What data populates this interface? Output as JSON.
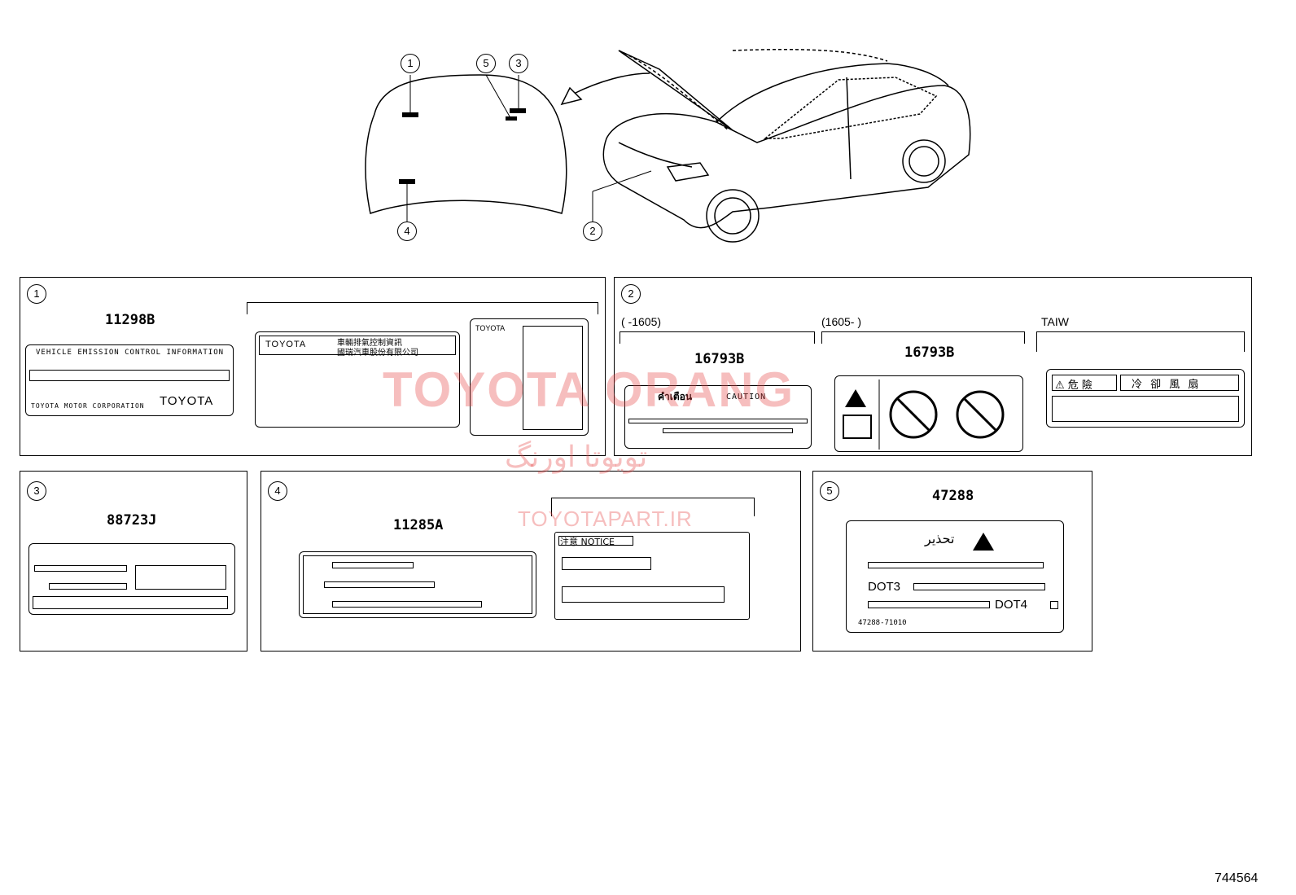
{
  "callouts": [
    "1",
    "2",
    "3",
    "4",
    "5"
  ],
  "panels": {
    "p1": {
      "num": "1",
      "part": "11298B",
      "emission_title": "VEHICLE EMISSION CONTROL INFORMATION",
      "corp": "TOYOTA MOTOR CORPORATION",
      "brand": "TOYOTA",
      "brand2": "TOYOTA",
      "cn1": "車輛排氣控制資訊",
      "cn2": "國瑞汽車股份有限公司",
      "brand3": "TOYOTA"
    },
    "p2": {
      "num": "2",
      "range1": "(      -1605)",
      "range2": "(1605-       )",
      "range3": "TAIW",
      "part1": "16793B",
      "part2": "16793B",
      "thai": "คำเตือน",
      "caution": "CAUTION",
      "danger": "危 險",
      "fan": "冷 卻 風 扇"
    },
    "p3": {
      "num": "3",
      "part": "88723J"
    },
    "p4": {
      "num": "4",
      "part": "11285A",
      "notice": "注意 NOTICE"
    },
    "p5": {
      "num": "5",
      "part": "47288",
      "warn": "تحذير",
      "dot3": "DOT3",
      "dot4": "DOT4",
      "code": "47288-71010"
    }
  },
  "watermarks": {
    "main": "TOYOTA ORANG",
    "persian": "تویوتا اورنگ",
    "url": "TOYOTAPART.IR"
  },
  "figure_id": "744564"
}
